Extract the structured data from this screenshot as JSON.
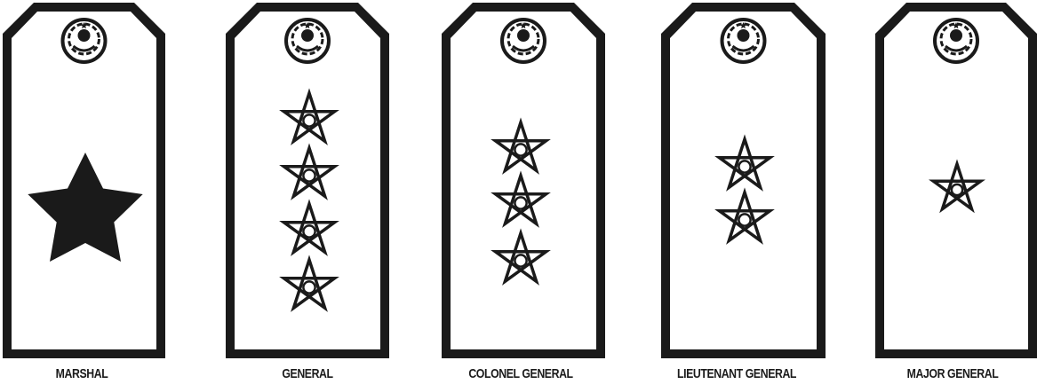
{
  "colors": {
    "ink": "#1a1a1a",
    "paper": "#ffffff"
  },
  "icons": {
    "emblem": "state-emblem-icon",
    "star_outline": "outlined-star-icon",
    "star_solid": "solid-star-icon"
  },
  "shoulder_boards": [
    {
      "rank": "MARSHAL",
      "stars": 1,
      "star_style": "solid"
    },
    {
      "rank": "GENERAL",
      "stars": 4,
      "star_style": "outline"
    },
    {
      "rank": "COLONEL GENERAL",
      "stars": 3,
      "star_style": "outline"
    },
    {
      "rank": "LIEUTENANT GENERAL",
      "stars": 2,
      "star_style": "outline"
    },
    {
      "rank": "MAJOR GENERAL",
      "stars": 1,
      "star_style": "outline"
    }
  ]
}
